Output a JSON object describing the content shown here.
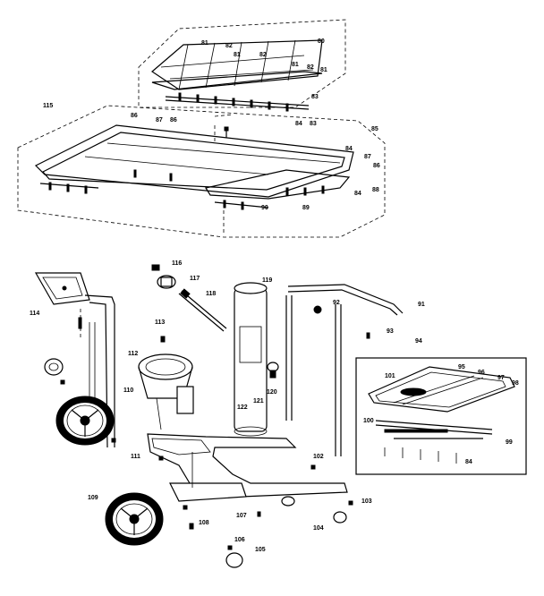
{
  "labels": {
    "l81a": "81",
    "l82a": "82",
    "l80": "80",
    "l81b": "81",
    "l82b": "82",
    "l81c": "81",
    "l82c": "82",
    "l81d": "81",
    "l83a": "83",
    "l84a": "84",
    "l83b": "83",
    "l115": "115",
    "l86a": "86",
    "l87a": "87",
    "l86b": "86",
    "l85": "85",
    "l84b": "84",
    "l87b": "87",
    "l86c": "86",
    "l84c": "84",
    "l88": "88",
    "l90": "90",
    "l89": "89",
    "l116": "116",
    "l117": "117",
    "l118": "118",
    "l119": "119",
    "l114": "114",
    "l92": "92",
    "l91": "91",
    "l93": "93",
    "l113": "113",
    "l94": "94",
    "l112": "112",
    "l95": "95",
    "l96": "96",
    "l97": "97",
    "l98": "98",
    "l101": "101",
    "l110": "110",
    "l120": "120",
    "l121": "121",
    "l122": "122",
    "l100": "100",
    "l99": "99",
    "l84d": "84",
    "l111": "111",
    "l102": "102",
    "l109": "109",
    "l103": "103",
    "l107": "107",
    "l108": "108",
    "l104": "104",
    "l106": "106",
    "l105": "105"
  },
  "colors": {
    "ink": "#000000",
    "paper": "#ffffff"
  }
}
